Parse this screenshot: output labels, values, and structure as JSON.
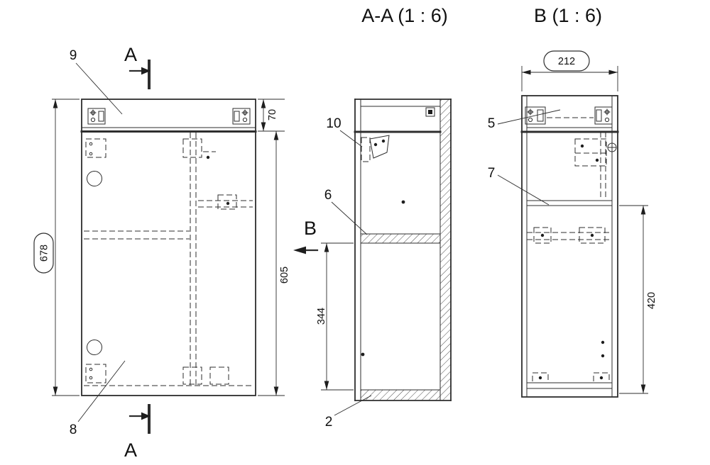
{
  "titles": {
    "section_a": "A-A (1 : 6)",
    "view_b": "B (1 : 6)"
  },
  "front_view": {
    "callout_9": "9",
    "callout_8": "8",
    "marker_top": "A",
    "marker_bottom": "A",
    "dim_total_height": "678",
    "dim_top_panel": "70",
    "dim_door_height": "605"
  },
  "section_view": {
    "callout_10": "10",
    "callout_6": "6",
    "callout_2": "2",
    "marker_b": "B",
    "dim_lower_opening": "344"
  },
  "side_view": {
    "callout_5": "5",
    "callout_7": "7",
    "dim_depth": "212",
    "dim_lower_height": "420"
  }
}
